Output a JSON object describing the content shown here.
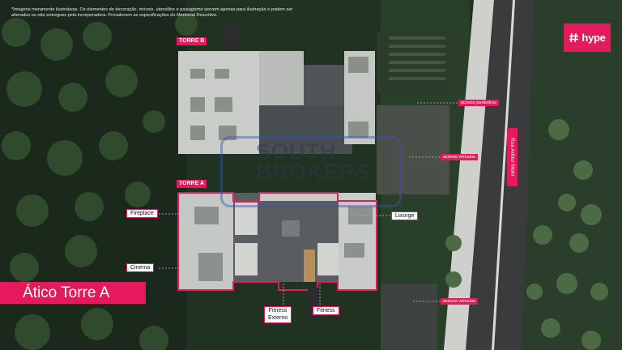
{
  "disclaimer": "*Imagens meramente ilustrativas. Os elementos de decoração, móveis, utensílios e paisagismo servem apenas para ilustração e podem ser alterados ou não entregues pela incorporadora. Prevalecem as especificações do Memorial Descritivo.",
  "brand": {
    "name": "hype",
    "icon": "hash-icon",
    "color": "#e51a5c"
  },
  "tower_labels": {
    "torre_b": "TORRE B",
    "torre_a": "TORRE A"
  },
  "area_labels": {
    "fireplace": "Fireplace",
    "lounge": "Lounge",
    "cinema": "Cinema",
    "fitness_externo": "Fitness\nExterno",
    "fitness": "Fitness"
  },
  "access_labels": {
    "pedestres": "acesso pedestres",
    "veiculos_1": "acesso veículos",
    "veiculos_2": "acesso veículos"
  },
  "street": "Rua Arthur Mohr",
  "title": "Ático Torre A",
  "watermark": {
    "line1": "SOUTH",
    "line2": "BROKERS"
  }
}
